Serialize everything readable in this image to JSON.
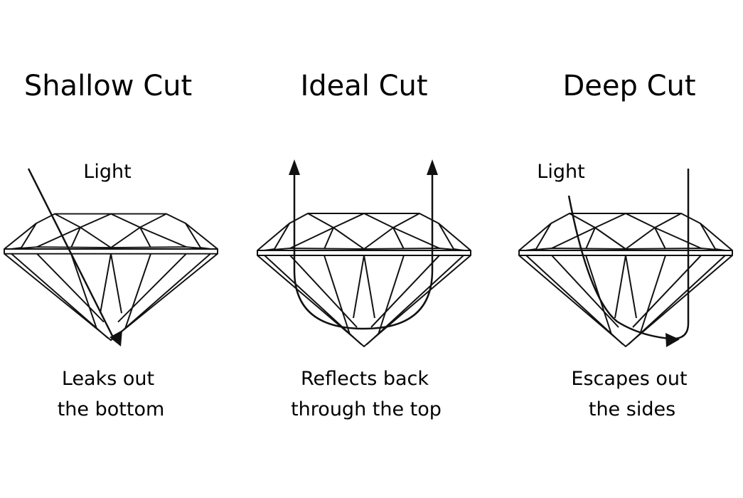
{
  "panels": [
    {
      "title": "Shallow Cut",
      "light_label": "Light",
      "caption": [
        "Leaks out",
        "the bottom"
      ]
    },
    {
      "title": "Ideal Cut",
      "light_label": "",
      "caption": [
        "Reflects back",
        "through the top"
      ]
    },
    {
      "title": "Deep Cut",
      "light_label": "Light",
      "caption": [
        "Escapes out",
        "the sides"
      ]
    }
  ],
  "colors": {
    "line": "#111111",
    "background": "#ffffff"
  }
}
